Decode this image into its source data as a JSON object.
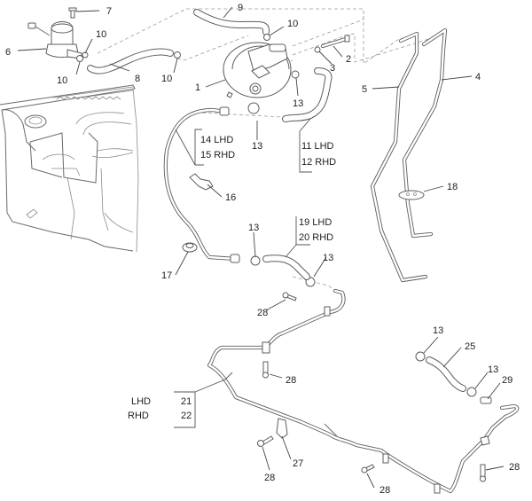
{
  "diagram": {
    "title": "Brake servo, reservoir and vacuum pipes — exploded parts view",
    "callouts": {
      "c1": "1",
      "c2": "2",
      "c3": "3",
      "c4": "4",
      "c5": "5",
      "c6": "6",
      "c7": "7",
      "c8": "8",
      "c9": "9",
      "c10a": "10",
      "c10b": "10",
      "c10c": "10",
      "c10d": "10",
      "c13a": "13",
      "c13b": "13",
      "c13c": "13",
      "c13d": "13",
      "c13e": "13",
      "c13f": "13",
      "c16": "16",
      "c17": "17",
      "c18": "18",
      "c25": "25",
      "c27": "27",
      "c28a": "28",
      "c28b": "28",
      "c28c": "28",
      "c28d": "28",
      "c28e": "28",
      "c29": "29"
    },
    "variant_groups": [
      {
        "lines": [
          "14 LHD",
          "15 RHD"
        ]
      },
      {
        "lines": [
          "11 LHD",
          "12 RHD"
        ]
      },
      {
        "lines": [
          "19 LHD",
          "20 RHD"
        ]
      },
      {
        "left": [
          "LHD",
          "RHD"
        ],
        "right": [
          "21",
          "22"
        ]
      }
    ]
  }
}
